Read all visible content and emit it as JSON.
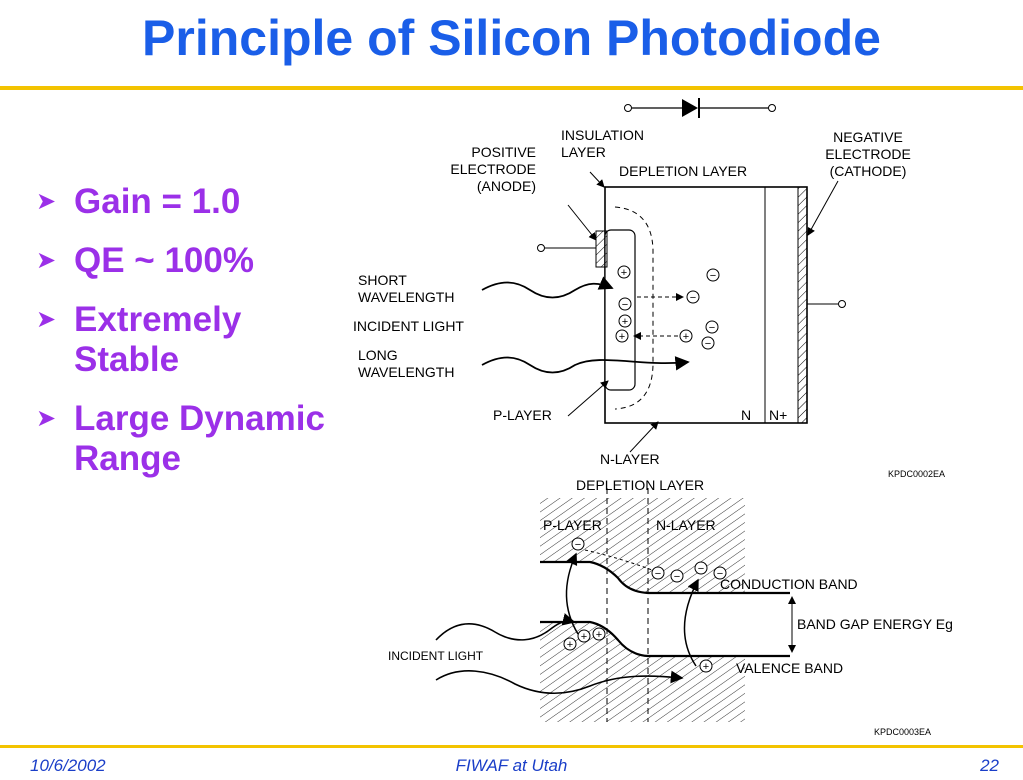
{
  "slide": {
    "title": "Principle of Silicon Photodiode",
    "colors": {
      "title": "#1a5ee8",
      "bullet": "#9b30e8",
      "rule": "#f3c300",
      "footer": "#1a3ec8"
    }
  },
  "bullets": [
    "Gain = 1.0",
    "QE ~ 100%",
    "Extremely Stable",
    "Large Dynamic Range"
  ],
  "diagram_top": {
    "insulation_layer": [
      "INSULATION",
      "LAYER"
    ],
    "positive_electrode": [
      "POSITIVE",
      "ELECTRODE",
      "(ANODE)"
    ],
    "depletion_layer": "DEPLETION LAYER",
    "negative_electrode": [
      "NEGATIVE",
      "ELECTRODE",
      "(CATHODE)"
    ],
    "short_wavelength": [
      "SHORT",
      "WAVELENGTH"
    ],
    "incident_light": "INCIDENT LIGHT",
    "long_wavelength": [
      "LONG",
      "WAVELENGTH"
    ],
    "p_layer": "P-LAYER",
    "n_region": "N",
    "n_plus_region": "N+",
    "n_layer": "N-LAYER",
    "code": "KPDC0002EA"
  },
  "diagram_bottom": {
    "depletion_layer": "DEPLETION LAYER",
    "p_layer": "P-LAYER",
    "n_layer": "N-LAYER",
    "conduction_band": "CONDUCTION BAND",
    "band_gap": "BAND GAP ENERGY Eg",
    "incident_light": "INCIDENT LIGHT",
    "valence_band": "VALENCE BAND",
    "code": "KPDC0003EA"
  },
  "footer": {
    "date": "10/6/2002",
    "center": "FIWAF at Utah",
    "page": "22"
  }
}
